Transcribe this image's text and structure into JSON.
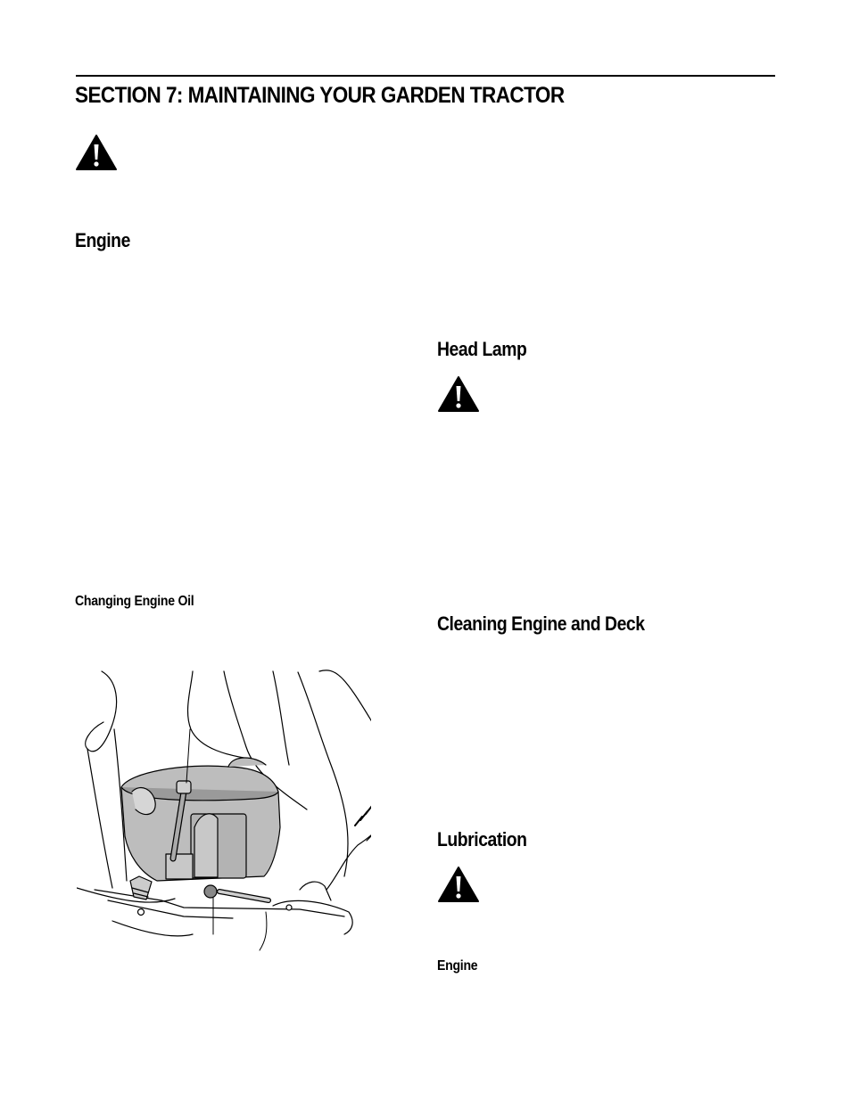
{
  "section": {
    "title": "SECTION 7:  MAINTAINING YOUR GARDEN TRACTOR"
  },
  "headings": {
    "engine": "Engine",
    "changing_oil": "Changing Engine Oil",
    "head_lamp": "Head Lamp",
    "cleaning": "Cleaning Engine and Deck",
    "lubrication": "Lubrication",
    "lubrication_engine": "Engine"
  },
  "icons": {
    "warning": "warning-triangle-icon"
  },
  "colors": {
    "ink": "#000000",
    "engine_fill": "#bdbdbd",
    "engine_shade": "#9a9a9a"
  }
}
